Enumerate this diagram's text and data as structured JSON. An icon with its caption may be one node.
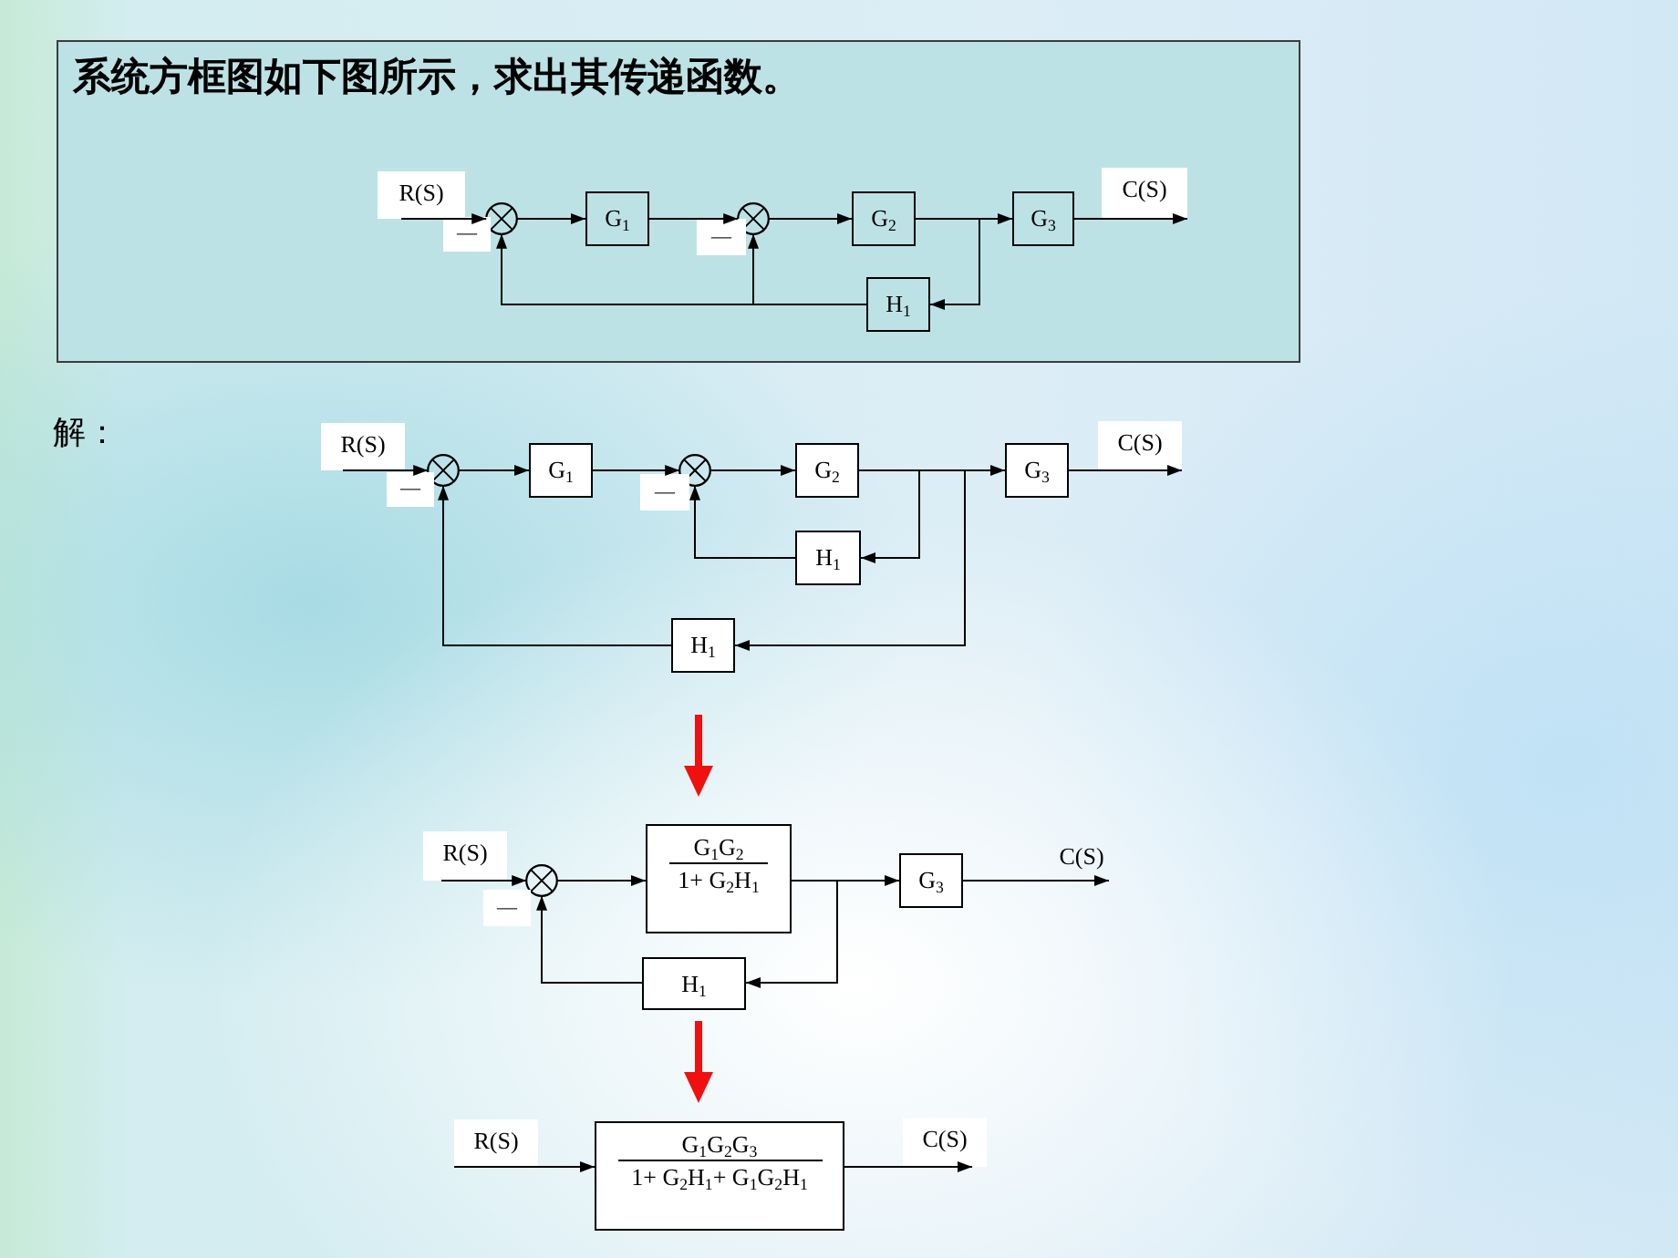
{
  "diagram": {
    "nodes": [
      {
        "text": [
          "系统方框图如下图所示，求出其传递函数。"
        ]
      },
      {
        "text": [
          "R(S)"
        ],
        "in": 0
      },
      {
        "text": [],
        "shape": "circle",
        "beside": [
          "—"
        ],
        "in": 0
      },
      {
        "text": [
          "G$_{1}$"
        ],
        "in": 0
      },
      {
        "text": [],
        "shape": "circle",
        "beside": [
          "—"
        ],
        "in": 0
      },
      {
        "text": [
          "G$_{2}$"
        ],
        "in": 0
      },
      {
        "text": [
          "G$_{3}$"
        ],
        "in": 0
      },
      {
        "text": [
          "C(S)"
        ],
        "in": 0
      },
      {
        "text": [
          "H$_{1}$"
        ],
        "in": 0
      },
      {
        "text": [
          "R(S)"
        ]
      },
      {
        "text": [],
        "shape": "circle",
        "beside": [
          "—"
        ]
      },
      {
        "text": [
          "G$_{1}$"
        ]
      },
      {
        "text": [],
        "shape": "circle",
        "beside": [
          "—"
        ]
      },
      {
        "text": [
          "G$_{2}$"
        ]
      },
      {
        "text": [
          "G$_{3}$"
        ]
      },
      {
        "text": [
          "C(S)"
        ]
      },
      {
        "text": [
          "H$_{1}$"
        ]
      },
      {
        "text": [
          "H$_{1}$"
        ]
      },
      {
        "text": [
          "R(S)"
        ]
      },
      {
        "text": [],
        "shape": "circle",
        "beside": [
          "—"
        ]
      },
      {
        "text": [
          "G$_{1}$G$_{2}$",
          "1+ G$_{2}$H$_{1}$"
        ]
      },
      {
        "text": [
          "G$_{3}$"
        ]
      },
      {
        "text": [
          "C(S)"
        ]
      },
      {
        "text": [
          "H$_{1}$"
        ]
      },
      {
        "text": [
          "R(S)"
        ]
      },
      {
        "text": [
          "G$_{1}$G$_{2}$G$_{3}$",
          "1+ G$_{2}$H$_{1}$+ G$_{1}$G$_{2}$H$_{1}$"
        ]
      },
      {
        "text": [
          "C(S)"
        ]
      }
    ],
    "edges": [
      {
        "from": 1,
        "to": 2,
        "arrow": "to"
      },
      {
        "from": 2,
        "to": 3,
        "arrow": "to"
      },
      {
        "from": 3,
        "to": 4,
        "arrow": "to"
      },
      {
        "from": 4,
        "to": 5,
        "arrow": "to"
      },
      {
        "from": 5,
        "to": 6,
        "arrow": "to"
      },
      {
        "from": 6,
        "to": 7,
        "arrow": "to"
      },
      {
        "from": 5,
        "to": 8,
        "arrow": "to"
      },
      {
        "from": 8,
        "to": 2,
        "arrow": "to"
      },
      {
        "from": 8,
        "to": 4,
        "arrow": "to"
      },
      {
        "from": 9,
        "to": 10,
        "arrow": "to"
      },
      {
        "from": 10,
        "to": 11,
        "arrow": "to"
      },
      {
        "from": 11,
        "to": 12,
        "arrow": "to"
      },
      {
        "from": 12,
        "to": 13,
        "arrow": "to"
      },
      {
        "from": 13,
        "to": 14,
        "arrow": "to"
      },
      {
        "from": 14,
        "to": 15,
        "arrow": "to"
      },
      {
        "from": 13,
        "to": 16,
        "arrow": "to"
      },
      {
        "from": 16,
        "to": 12,
        "arrow": "to"
      },
      {
        "from": 13,
        "to": 17,
        "arrow": "to"
      },
      {
        "from": 17,
        "to": 10,
        "arrow": "to"
      },
      {
        "from": 18,
        "to": 19,
        "arrow": "to"
      },
      {
        "from": 19,
        "to": 20,
        "arrow": "to"
      },
      {
        "from": 20,
        "to": 21,
        "arrow": "to"
      },
      {
        "from": 21,
        "to": 22,
        "arrow": "to"
      },
      {
        "from": 20,
        "to": 23,
        "arrow": "to"
      },
      {
        "from": 23,
        "to": 19,
        "arrow": "to"
      },
      {
        "from": 24,
        "to": 25,
        "arrow": "to"
      },
      {
        "from": 25,
        "to": 26,
        "arrow": "to"
      }
    ],
    "labels": [
      "解："
    ]
  }
}
